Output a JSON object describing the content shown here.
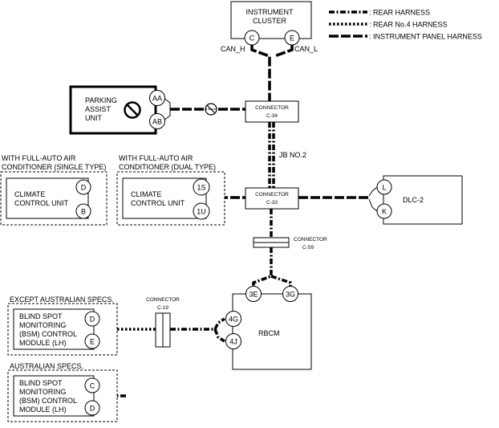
{
  "legend": {
    "rear_harness": ": REAR HARNESS",
    "rear_no4_harness": ": REAR No.4 HARNESS",
    "ip_harness": ": INSTRUMENT PANEL HARNESS"
  },
  "instrument_cluster": {
    "name_line1": "INSTRUMENT",
    "name_line2": "CLUSTER",
    "pin_c": "C",
    "pin_e": "E",
    "can_h": "CAN_H",
    "can_l": "CAN_L"
  },
  "parking_assist": {
    "name_line1": "PARKING",
    "name_line2": "ASSIST",
    "name_line3": "UNIT",
    "pin_aa": "AA",
    "pin_ab": "AB"
  },
  "connector_c34": {
    "line1": "CONNECTOR",
    "line2": "C-34"
  },
  "jb": "JB NO.2",
  "connector_c33": {
    "line1": "CONNECTOR",
    "line2": "C-33"
  },
  "climate_single": {
    "caption_line1": "WITH FULL-AUTO AIR",
    "caption_line2": "CONDITIONER (SINGLE TYPE)",
    "name_line1": "CLIMATE",
    "name_line2": "CONTROL UNIT",
    "pin_d": "D",
    "pin_b": "B"
  },
  "climate_dual": {
    "caption_line1": "WITH FULL-AUTO AIR",
    "caption_line2": "CONDITIONER (DUAL TYPE)",
    "name_line1": "CLIMATE",
    "name_line2": "CONTROL UNIT",
    "pin_1s": "1S",
    "pin_1u": "1U"
  },
  "dlc2": {
    "name": "DLC-2",
    "pin_l": "L",
    "pin_k": "K"
  },
  "connector_c59": {
    "line1": "CONNECTOR",
    "line2": "C-59"
  },
  "rbcm": {
    "name": "RBCM",
    "pin_3e": "3E",
    "pin_3g": "3G",
    "pin_4g": "4G",
    "pin_4j": "4J"
  },
  "connector_c19": {
    "line1": "CONNECTOR",
    "line2": "C-19"
  },
  "bsm_except": {
    "caption": "EXCEPT AUSTRALIAN SPECS.",
    "line1": "BLIND SPOT",
    "line2": "MONITORING",
    "line3": "(BSM) CONTROL",
    "line4": "MODULE (LH)",
    "pin_d": "D",
    "pin_e": "E"
  },
  "bsm_aus": {
    "caption": "AUSTRALIAN SPECS.",
    "line1": "BLIND SPOT",
    "line2": "MONITORING",
    "line3": "(BSM) CONTROL",
    "line4": "MODULE (LH)",
    "pin_c": "C",
    "pin_d": "D"
  }
}
